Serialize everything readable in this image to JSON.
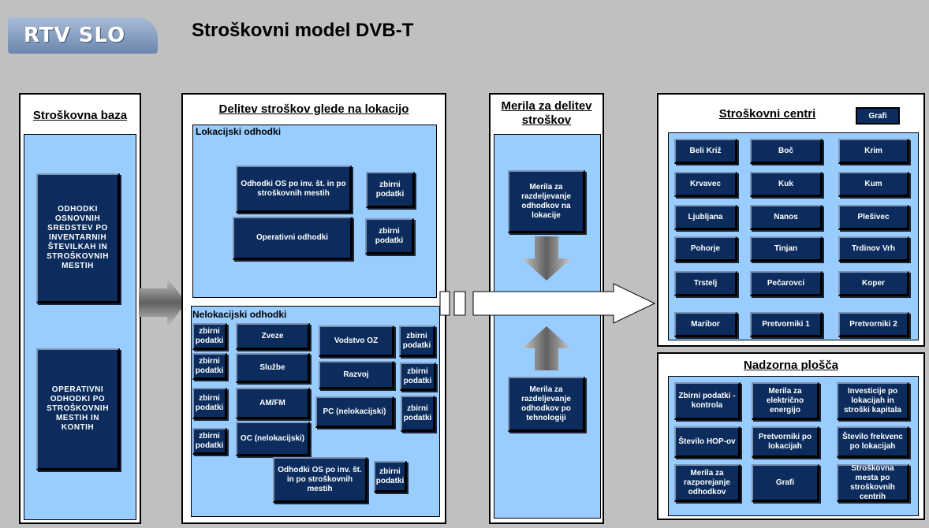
{
  "header": {
    "logo": "RTV SLO",
    "title": "Stroškovni model DVB-T"
  },
  "baza": {
    "title": "Stroškovna baza",
    "box1": "ODHODKI OSNOVNIH SREDSTEV PO INVENTARNIH ŠTEVILKAH IN STROŠKOVNIH MESTIH",
    "box2": "OPERATIVNI ODHODKI PO STROŠKOVNIH MESTIH IN KONTIH"
  },
  "delitev": {
    "title": "Delitev stroškov glede na lokacijo",
    "lok": {
      "label": "Lokacijski odhodki",
      "os": "Odhodki OS po inv. št. in po stroškovnih mestih",
      "oper": "Operativni odhodki",
      "zbirni": "zbirni podatki"
    },
    "nelok": {
      "label": "Nelokacijski odhodki",
      "zbirni": "zbirni podatki",
      "zveze": "Zveze",
      "sluzbe": "Službe",
      "amfm": "AM/FM",
      "oc": "OC (nelokacijski)",
      "vodstvo": "Vodstvo OZ",
      "razvoj": "Razvoj",
      "pc": "PC (nelokacijski)",
      "os": "Odhodki OS po inv. št. in po stroškovnih mestih"
    }
  },
  "merila": {
    "title": "Merila za delitev stroškov",
    "box1": "Merila za razdeljevanje odhodkov na lokacije",
    "box2": "Merila za razdeljevanje odhodkov po tehnologiji"
  },
  "centri": {
    "title": "Stroškovni centri",
    "grafi_btn": "Grafi",
    "items": [
      "Beli Križ",
      "Boč",
      "Krim",
      "Krvavec",
      "Kuk",
      "Kum",
      "Ljubljana",
      "Nanos",
      "Plešivec",
      "Pohorje",
      "Tinjan",
      "Trdinov Vrh",
      "Trstelj",
      "Pečarovci",
      "Koper",
      "Maribor",
      "Pretvorniki 1",
      "Pretvorniki 2"
    ]
  },
  "nadzorna": {
    "title": "Nadzorna plošča",
    "items": [
      "Zbirni podatki - kontrola",
      "Merila za električno energijo",
      "Investicije po lokacijah in stroški kapitala",
      "Število HOP-ov",
      "Pretvorniki po lokacijah",
      "Število frekvenc po lokacijah",
      "Merila za razporejanje odhodkov",
      "Grafi",
      "Stroškovna mesta po stroškovnih centrih"
    ]
  }
}
